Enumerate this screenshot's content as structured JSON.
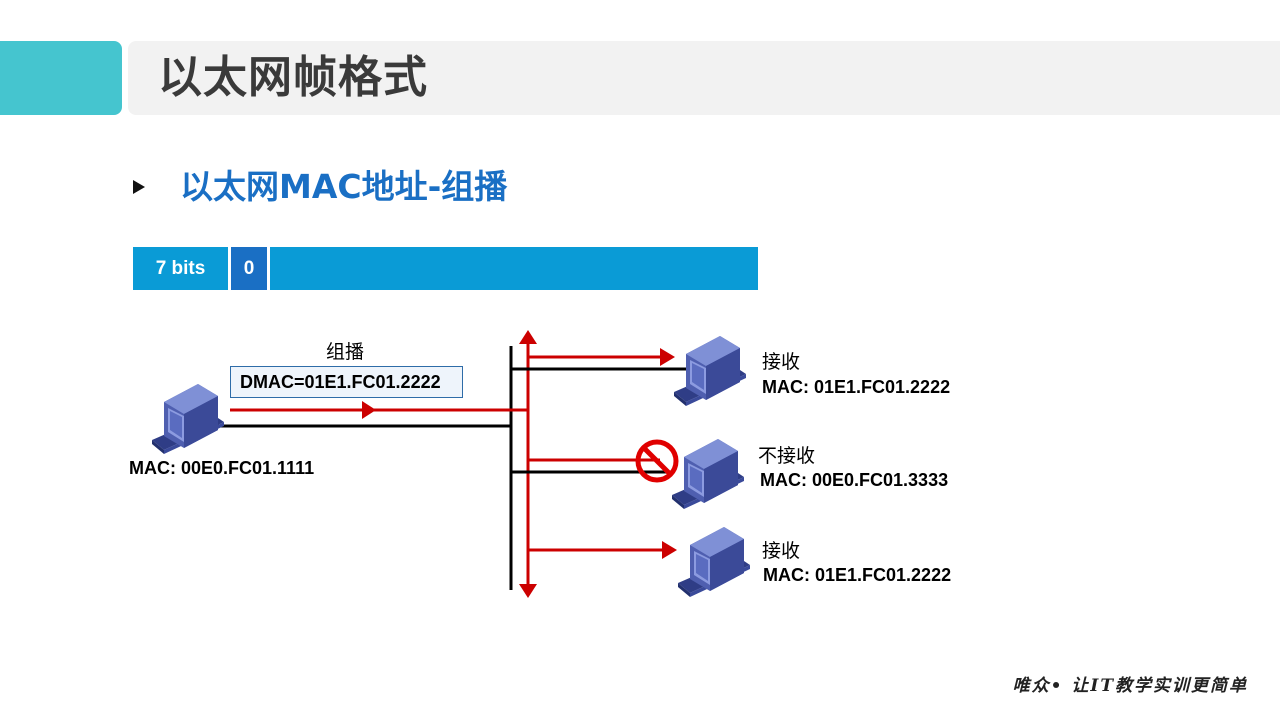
{
  "slide": {
    "title": "以太网帧格式",
    "subtitle": "以太网MAC地址-组播",
    "footer": "唯众• 让IT教学实训更简单"
  },
  "bits_bar": {
    "cells": [
      {
        "label": "7 bits",
        "color": "#0a9bd6"
      },
      {
        "label": "0",
        "color": "#1a6fc4"
      },
      {
        "label": "",
        "color": "#0a9bd6"
      }
    ]
  },
  "diagram": {
    "sender": {
      "icon": "computer-icon",
      "mac_label": "MAC: 00E0.FC01.1111"
    },
    "frame_label": "组播",
    "dmac_label": "DMAC=01E1.FC01.2222",
    "receivers": [
      {
        "icon": "computer-icon",
        "status": "接收",
        "mac_label": "MAC: 01E1.FC01.2222",
        "accepted": true
      },
      {
        "icon": "computer-icon",
        "status": "不接收",
        "mac_label": "MAC: 00E0.FC01.3333",
        "accepted": false,
        "blocked_icon": "prohibited-icon"
      },
      {
        "icon": "computer-icon",
        "status": "接收",
        "mac_label": "MAC: 01E1.FC01.2222",
        "accepted": true
      }
    ],
    "colors": {
      "arrow": "#cc0000",
      "bus": "#000000",
      "computer_body": "#4f5fb0",
      "computer_screen": "#6f80c8"
    }
  }
}
